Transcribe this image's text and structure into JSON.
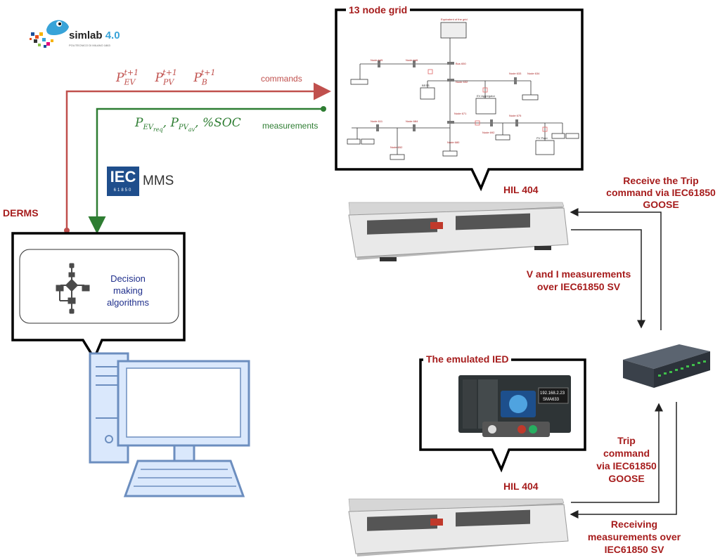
{
  "logo": {
    "name": "simlab",
    "version": "4.0",
    "subtitle": "POLITECNICO DI MILANO 1863"
  },
  "commands": {
    "vars": [
      "P_EV^{t+1}",
      "P_PV^{t+1}",
      "P_B^{t+1}"
    ],
    "label": "commands"
  },
  "measurements": {
    "vars": "P_EVreq , P_PVav , %SOC",
    "label": "measurements"
  },
  "protocol": {
    "iec": "IEC",
    "iec_sub": "61850",
    "mms": "MMS"
  },
  "derms": {
    "label": "DERMS",
    "box_text": "Decision making algorithms"
  },
  "grid": {
    "title": "13 node grid",
    "nodes": [
      "Equivalent of the grid",
      "Bus 650",
      "Node 632",
      "Node 633",
      "Node 634",
      "Node 645",
      "Node 646",
      "Node 671",
      "Node 684",
      "Node 611",
      "Node 652",
      "Node 680",
      "Node 692",
      "Node 675",
      "EV Aggregator",
      "BESS",
      "PV Plant"
    ]
  },
  "hil_top": {
    "label": "HIL 404"
  },
  "hil_bottom": {
    "label": "HIL 404"
  },
  "ied": {
    "title": "The emulated IED",
    "ip": "192.168.2.23",
    "device": "SMA633"
  },
  "annotations": {
    "receive_trip": "Receive the Trip command via IEC61850 GOOSE",
    "vi_meas": "V and I measurements over IEC61850 SV",
    "trip_cmd": "Trip command via IEC61850 GOOSE",
    "receiving_meas": "Receiving measurements over IEC61850 SV"
  },
  "colors": {
    "red": "#a61c1c",
    "command_line": "#c0504d",
    "measurement_line": "#2e7d32",
    "pc_blue": "#6c8ebf",
    "pc_fill": "#dae8fc"
  }
}
